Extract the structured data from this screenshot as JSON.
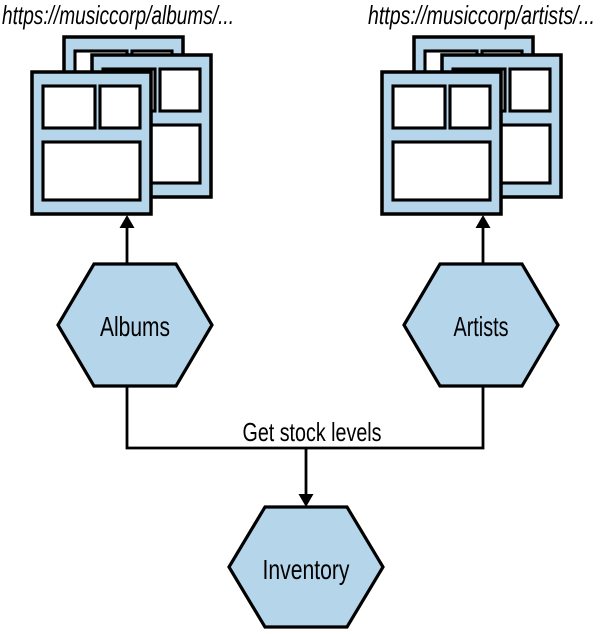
{
  "diagram": {
    "urls": {
      "albums": "https://musiccorp/albums/...",
      "artists": "https://musiccorp/artists/..."
    },
    "nodes": {
      "albums": {
        "label": "Albums",
        "shape": "hexagon"
      },
      "artists": {
        "label": "Artists",
        "shape": "hexagon"
      },
      "inventory": {
        "label": "Inventory",
        "shape": "hexagon"
      }
    },
    "edges": [
      {
        "from": "Albums",
        "to": "albums-webpages",
        "direction": "up",
        "label": ""
      },
      {
        "from": "Artists",
        "to": "artists-webpages",
        "direction": "up",
        "label": ""
      },
      {
        "from": "Albums, Artists",
        "to": "Inventory",
        "direction": "down",
        "label": "Get stock levels"
      }
    ],
    "colors": {
      "node_fill": "#B5D5EA",
      "box_fill": "#FFFFFF",
      "stroke": "#000000"
    }
  }
}
